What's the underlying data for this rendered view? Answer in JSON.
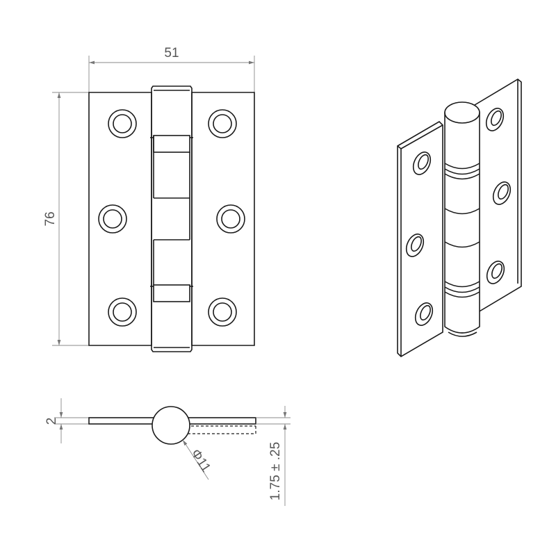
{
  "drawing": {
    "dimensions": {
      "width": "51",
      "height": "76",
      "leaf_thickness": "2",
      "knuckle_diameter": "Φ11",
      "gap": "1.75 ± .25"
    }
  }
}
